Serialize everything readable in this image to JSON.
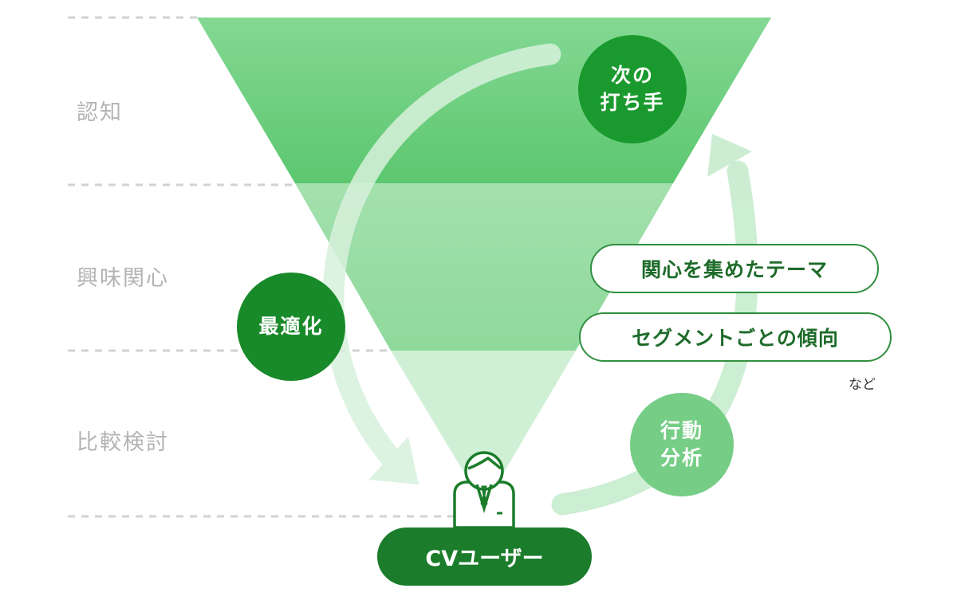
{
  "stages": [
    {
      "label": "認知"
    },
    {
      "label": "興味関心"
    },
    {
      "label": "比較検討"
    }
  ],
  "actions": {
    "next_step": "次の\n打ち手",
    "optimize": "最適化",
    "behavior_analysis": "行動\n分析"
  },
  "insights": [
    {
      "label": "関心を集めたテーマ"
    },
    {
      "label": "セグメントごとの傾向"
    }
  ],
  "insights_note": "など",
  "cv_user": "CVユーザー",
  "colors": {
    "dark_green": "#1b7d2b",
    "mid_green": "#1a9a2e",
    "light_green": "#76cd86",
    "funnel_top": "#6fd081",
    "funnel_mid": "#95dca1",
    "funnel_bottom": "#d0f0d6"
  }
}
